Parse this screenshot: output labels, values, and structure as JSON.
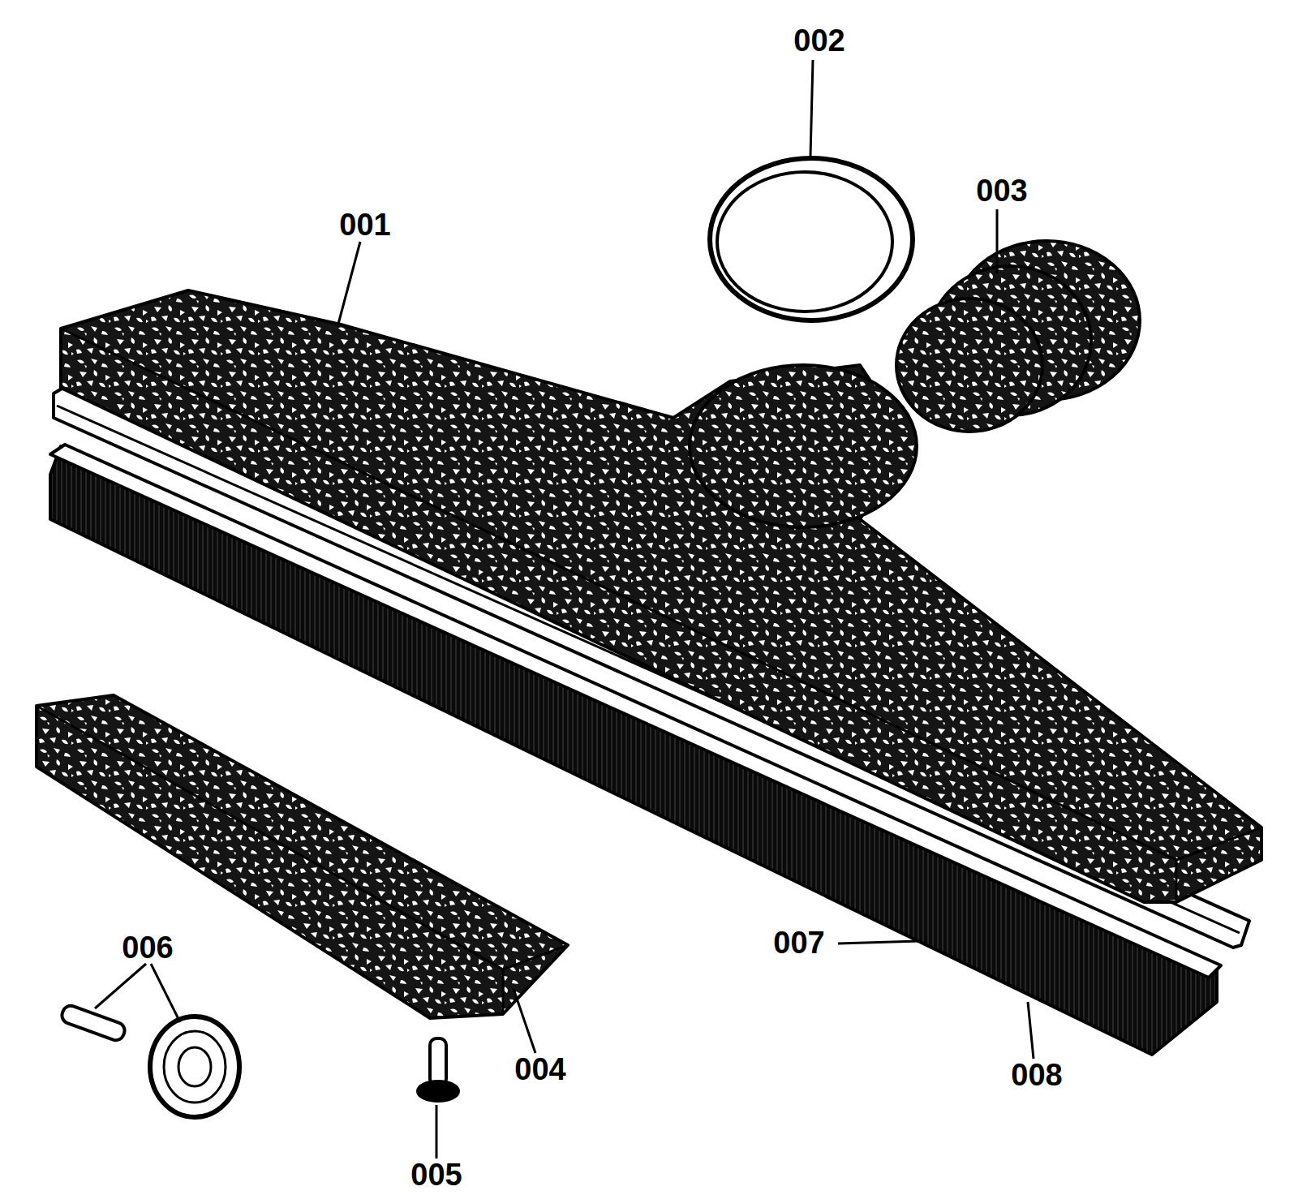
{
  "diagram": {
    "labels": [
      "002",
      "003",
      "001",
      "006",
      "007",
      "004",
      "008",
      "005"
    ]
  }
}
